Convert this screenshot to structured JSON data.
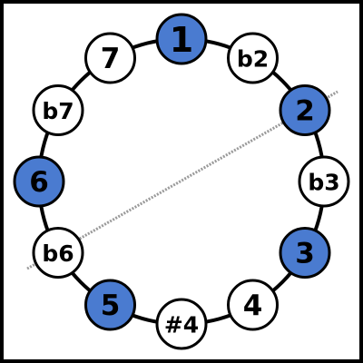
{
  "colors": {
    "frame": "#000000",
    "ring": "#000000",
    "highlight_fill": "#4a7bd0",
    "plain_fill": "#ffffff",
    "axis_line": "#9a9a9a",
    "label": "#000000"
  },
  "nodes": [
    {
      "label": "1",
      "highlighted": true
    },
    {
      "label": "b2",
      "highlighted": false
    },
    {
      "label": "2",
      "highlighted": true
    },
    {
      "label": "b3",
      "highlighted": false
    },
    {
      "label": "3",
      "highlighted": true
    },
    {
      "label": "4",
      "highlighted": false
    },
    {
      "label": "#4",
      "highlighted": false
    },
    {
      "label": "5",
      "highlighted": true
    },
    {
      "label": "b6",
      "highlighted": false
    },
    {
      "label": "6",
      "highlighted": true
    },
    {
      "label": "b7",
      "highlighted": false
    },
    {
      "label": "7",
      "highlighted": false
    }
  ]
}
